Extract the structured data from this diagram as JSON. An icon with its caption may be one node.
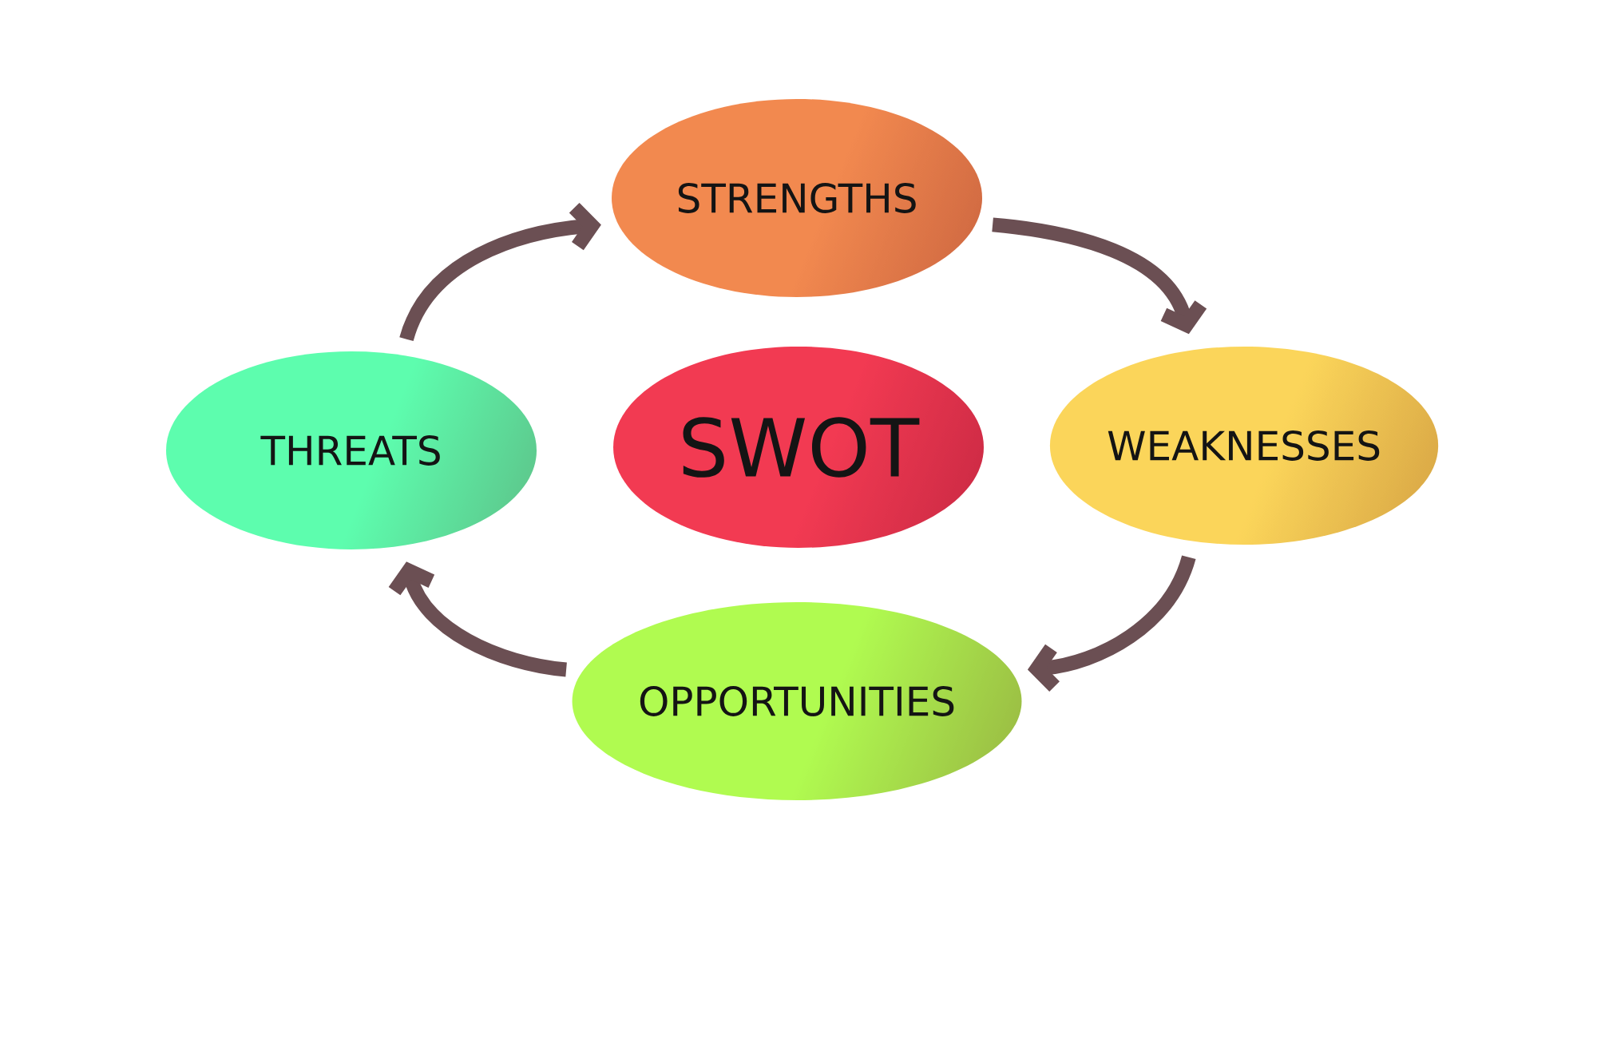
{
  "diagram": {
    "nodes": [
      {
        "text": [
          "STRENGTHS"
        ]
      },
      {
        "text": [
          "THREATS"
        ]
      },
      {
        "text": [
          "SWOT"
        ]
      },
      {
        "text": [
          "WEAKNESSES"
        ]
      },
      {
        "text": [
          "OPPORTUNITIES"
        ]
      }
    ],
    "edges": [
      {
        "from": 1,
        "to": 0,
        "arrow": "to"
      },
      {
        "from": 0,
        "to": 3,
        "arrow": "to"
      },
      {
        "from": 3,
        "to": 4,
        "arrow": "to"
      },
      {
        "from": 4,
        "to": 1,
        "arrow": "to"
      }
    ]
  }
}
